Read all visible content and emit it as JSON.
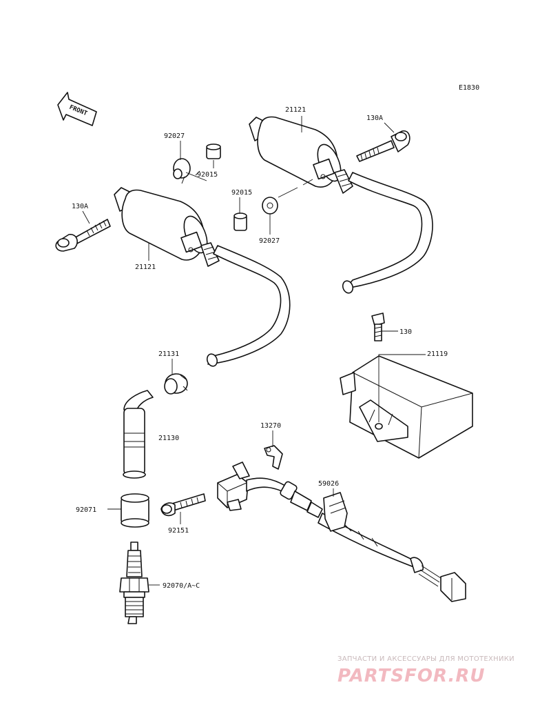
{
  "diagram_code": "E1830",
  "front_label": "FRONT",
  "callouts": {
    "coil_right_top": "21121",
    "bolt_right_top": "130A",
    "cap_92027_left": "92027",
    "collar_92015_left": "92015",
    "collar_92015_mid": "92015",
    "cap_92027_mid": "92027",
    "bolt_left": "130A",
    "coil_left": "21121",
    "cap_21131": "21131",
    "bolt_130": "130",
    "igniter": "21119",
    "plug_cap": "21130",
    "bracket_13270": "13270",
    "clamp_59026": "59026",
    "seal_92071": "92071",
    "screw_92151": "92151",
    "spark_plug": "92070/A~C"
  },
  "watermark": {
    "tagline": "ЗАПЧАСТИ И АКСЕССУАРЫ ДЛЯ МОТОТЕХНИКИ",
    "logo": "PARTSFOR.RU"
  }
}
